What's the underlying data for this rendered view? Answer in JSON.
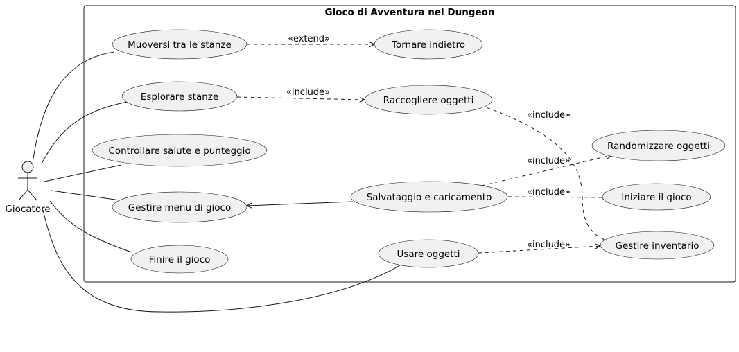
{
  "system": {
    "title": "Gioco di Avventura nel Dungeon"
  },
  "actor": {
    "label": "Giocatore"
  },
  "use_cases": {
    "muoversi": "Muoversi tra le stanze",
    "tornare": "Tornare indietro",
    "esplorare": "Esplorare stanze",
    "raccogliere": "Raccogliere oggetti",
    "controllare": "Controllare salute e punteggio",
    "randomizzare": "Randomizzare oggetti",
    "salvataggio": "Salvataggio e caricamento",
    "gestire_menu": "Gestire menu di gioco",
    "iniziare": "Iniziare il gioco",
    "gestire_inventario": "Gestire inventario",
    "usare": "Usare oggetti",
    "finire": "Finire il gioco"
  },
  "relations": {
    "extend_label": "«extend»",
    "include_label": "«include»"
  },
  "colors": {
    "use_case_fill": "#f1f1f1",
    "stroke": "#181818"
  }
}
